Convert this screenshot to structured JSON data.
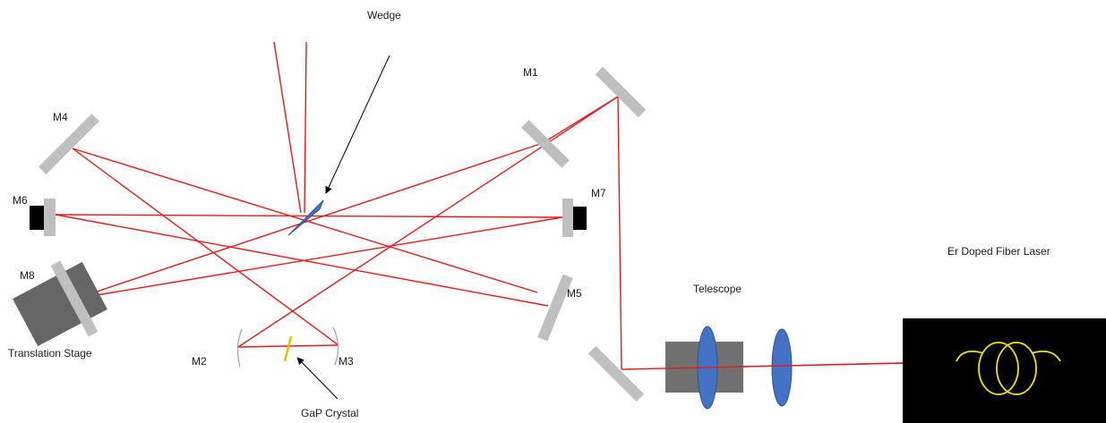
{
  "labels": {
    "wedge": "Wedge",
    "m1": "M1",
    "m2": "M2",
    "m3": "M3",
    "m4": "M4",
    "m5": "M5",
    "m6": "M6",
    "m7": "M7",
    "m8": "M8",
    "translation_stage": "Translation Stage",
    "gap_crystal": "GaP Crystal",
    "telescope": "Telescope",
    "laser": "Er Doped Fiber Laser"
  },
  "colors": {
    "beam": "#e8191c",
    "mirror": "#bfbfbf",
    "mount": "#000000",
    "stage": "#666666",
    "lens": "#4472c4",
    "wedge": "#4472c4",
    "crystal": "#f5b800",
    "laser_box": "#000000",
    "fiber_coil": "#f2e600",
    "curved_mirror": "#8faadc"
  }
}
